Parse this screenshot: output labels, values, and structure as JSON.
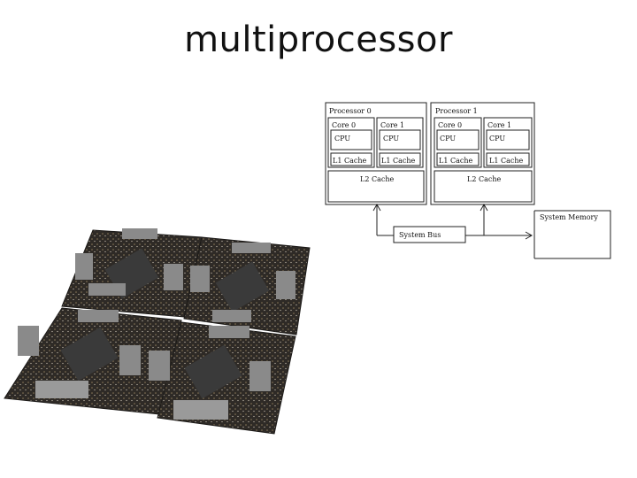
{
  "slide": {
    "title": "multiprocessor"
  },
  "photo": {
    "subject": "multiprocessor-board-photo"
  },
  "diagram": {
    "processors": [
      {
        "label": "Processor 0",
        "cores": [
          {
            "label": "Core 0",
            "cpu": "CPU",
            "cache": "L1 Cache"
          },
          {
            "label": "Core 1",
            "cpu": "CPU",
            "cache": "L1 Cache"
          }
        ],
        "shared_cache": "L2 Cache"
      },
      {
        "label": "Processor 1",
        "cores": [
          {
            "label": "Core 0",
            "cpu": "CPU",
            "cache": "L1 Cache"
          },
          {
            "label": "Core 1",
            "cpu": "CPU",
            "cache": "L1 Cache"
          }
        ],
        "shared_cache": "L2 Cache"
      }
    ],
    "bus": "System Bus",
    "memory": "System Memory"
  }
}
